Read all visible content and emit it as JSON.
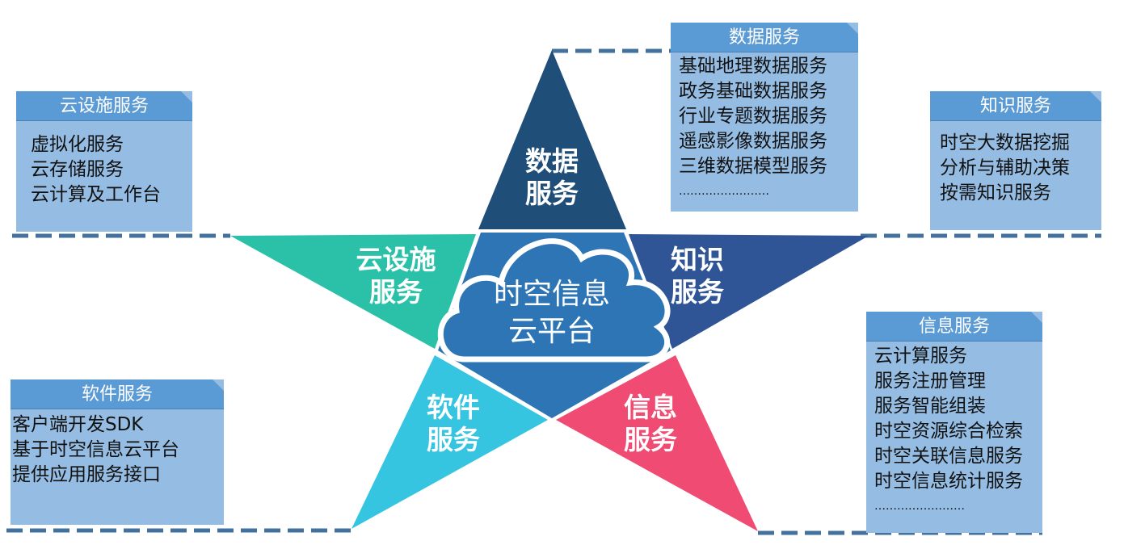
{
  "center": {
    "line1": "时空信息",
    "line2": "云平台"
  },
  "points": {
    "data": {
      "l1": "数据",
      "l2": "服务"
    },
    "cloud": {
      "l1": "云设施",
      "l2": "服务"
    },
    "knowledge": {
      "l1": "知识",
      "l2": "服务"
    },
    "software": {
      "l1": "软件",
      "l2": "服务"
    },
    "info": {
      "l1": "信息",
      "l2": "服务"
    }
  },
  "boxes": {
    "cloud": {
      "title": "云设施服务",
      "items": [
        "虚拟化服务",
        "云存储服务",
        "云计算及工作台"
      ]
    },
    "data": {
      "title": "数据服务",
      "items": [
        "基础地理数据服务",
        "政务基础数据服务",
        "行业专题数据服务",
        "遥感影像数据服务",
        "三维数据模型服务",
        "……………………"
      ]
    },
    "knowledge": {
      "title": "知识服务",
      "items": [
        "时空大数据挖掘",
        "分析与辅助决策",
        "按需知识服务"
      ]
    },
    "info": {
      "title": "信息服务",
      "items": [
        "云计算服务",
        "服务注册管理",
        "服务智能组装",
        "时空资源综合检索",
        "时空关联信息服务",
        "时空信息统计服务",
        "……………………"
      ]
    },
    "software": {
      "title": "软件服务",
      "items": [
        "客户端开发SDK",
        "基于时空信息云平台",
        "提供应用服务接口"
      ]
    }
  },
  "colors": {
    "data": "#1f4e79",
    "cloud": "#2ac1a8",
    "knowledge": "#2f5597",
    "software": "#36c5e0",
    "info": "#f04b72",
    "core": "#2e75b6",
    "dash": "#41719c"
  }
}
